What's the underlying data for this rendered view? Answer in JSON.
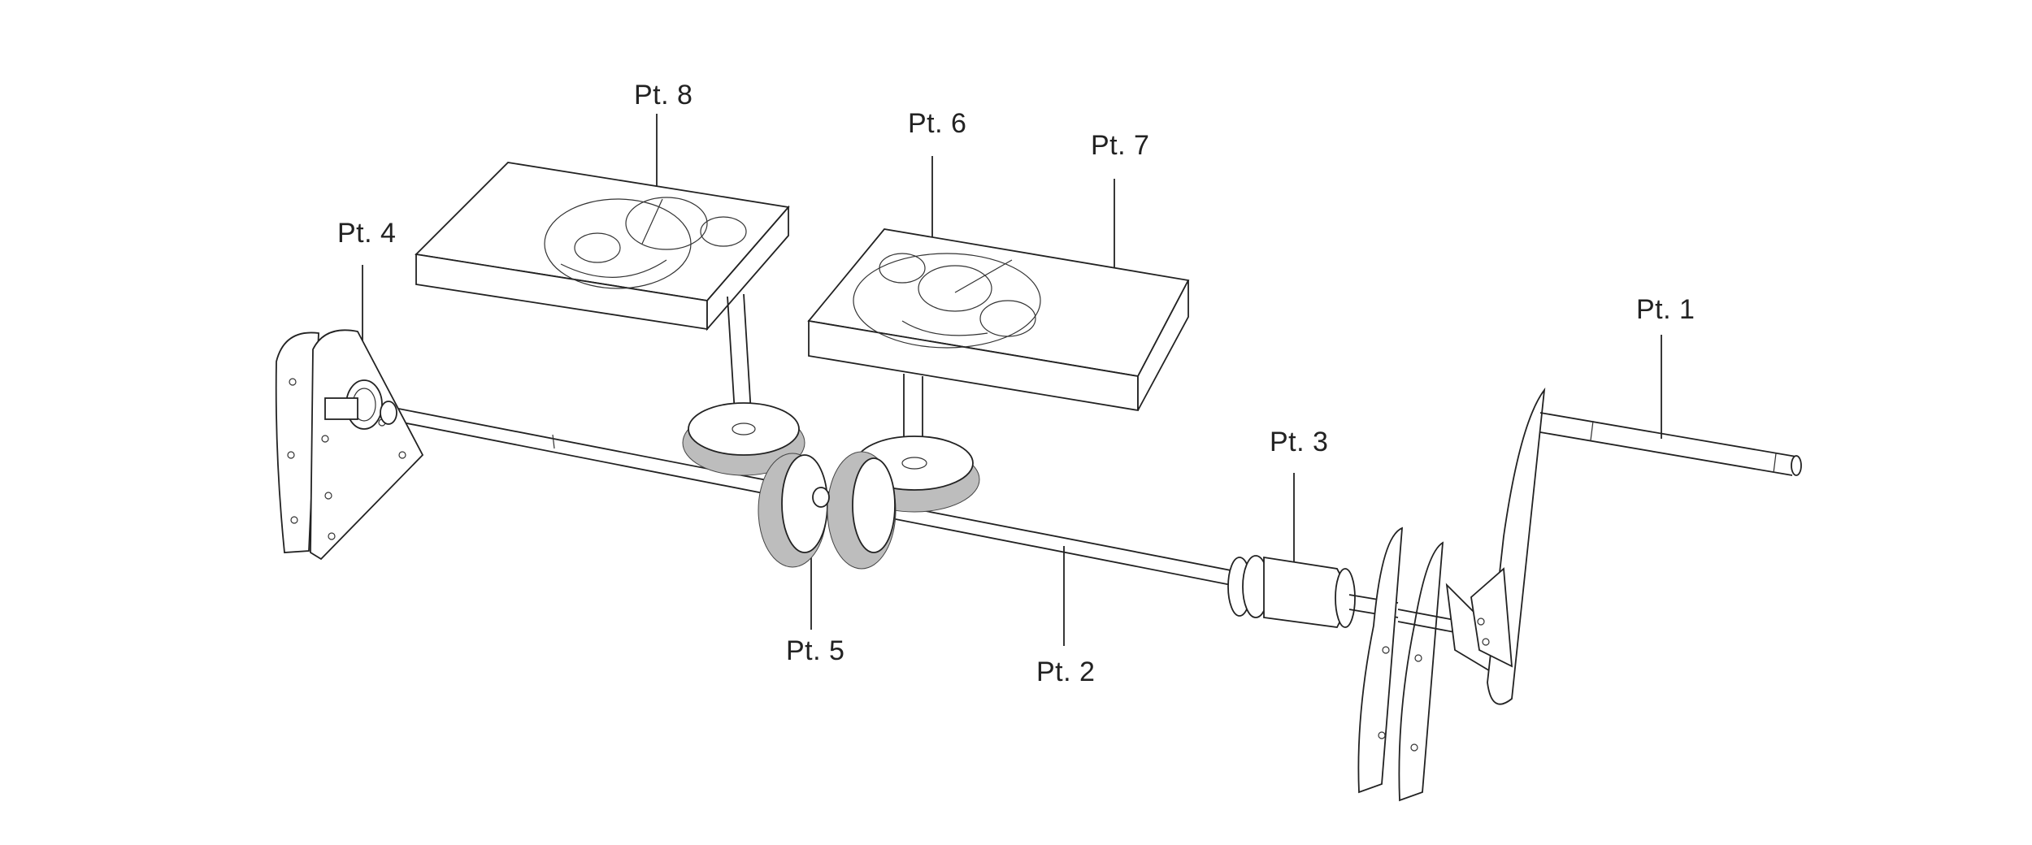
{
  "labels": {
    "pt1": "Pt. 1",
    "pt2": "Pt. 2",
    "pt3": "Pt. 3",
    "pt4": "Pt. 4",
    "pt5": "Pt. 5",
    "pt6": "Pt. 6",
    "pt7": "Pt. 7",
    "pt8": "Pt. 8"
  },
  "colors": {
    "line": "#222222",
    "gear_teeth": "#bdbdbd",
    "background": "#ffffff"
  }
}
